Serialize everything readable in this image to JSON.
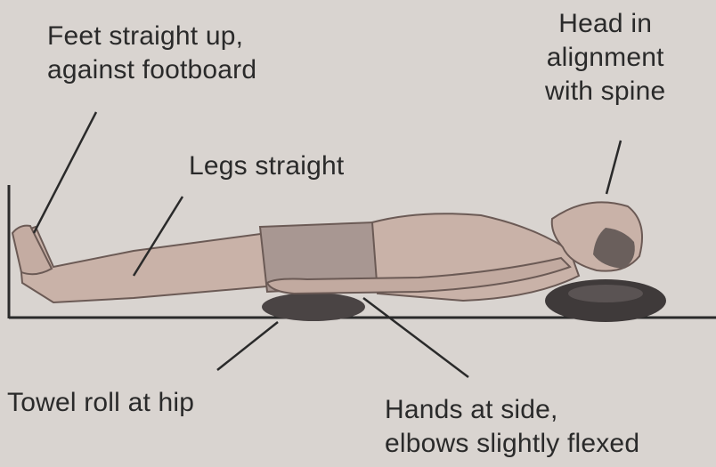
{
  "labels": {
    "feet": [
      "Feet straight up,",
      "against footboard"
    ],
    "head": [
      "Head in",
      "alignment",
      "with spine"
    ],
    "legs": "Legs straight",
    "towel": "Towel roll at hip",
    "hands": [
      "Hands at side,",
      "elbows slightly flexed"
    ]
  },
  "colors": {
    "background": "#d9d4d0",
    "skin": "#c9b2a8",
    "shorts": "#a89792",
    "pillow": "#3f3a3a",
    "line": "#2a2a2a"
  }
}
